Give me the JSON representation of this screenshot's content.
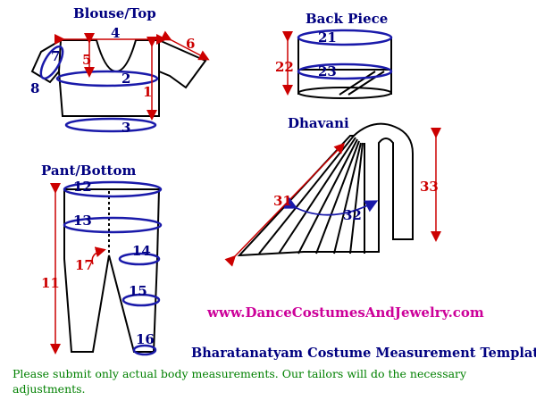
{
  "titles": {
    "blouse": "Blouse/Top",
    "back": "Back Piece",
    "dhavani": "Dhavani",
    "pant": "Pant/Bottom"
  },
  "numbers": {
    "n1": "1",
    "n2": "2",
    "n3": "3",
    "n4": "4",
    "n5": "5",
    "n6": "6",
    "n7": "7",
    "n8": "8",
    "n11": "11",
    "n12": "12",
    "n13": "13",
    "n14": "14",
    "n15": "15",
    "n16": "16",
    "n17": "17",
    "n21": "21",
    "n22": "22",
    "n23": "23",
    "n31": "31",
    "n32": "32",
    "n33": "33"
  },
  "website": "www.DanceCostumesAndJewelry.com",
  "template_title": "Bharatanatyam Costume Measurement Template",
  "note": "Please submit only actual body measurements. Our tailors will do the necessary adjustments.",
  "colors": {
    "outline": "#000000",
    "measure": "#1a1aaa",
    "arrow": "#cc0000",
    "website": "#cc0099",
    "title": "#000080",
    "note": "#008000"
  }
}
